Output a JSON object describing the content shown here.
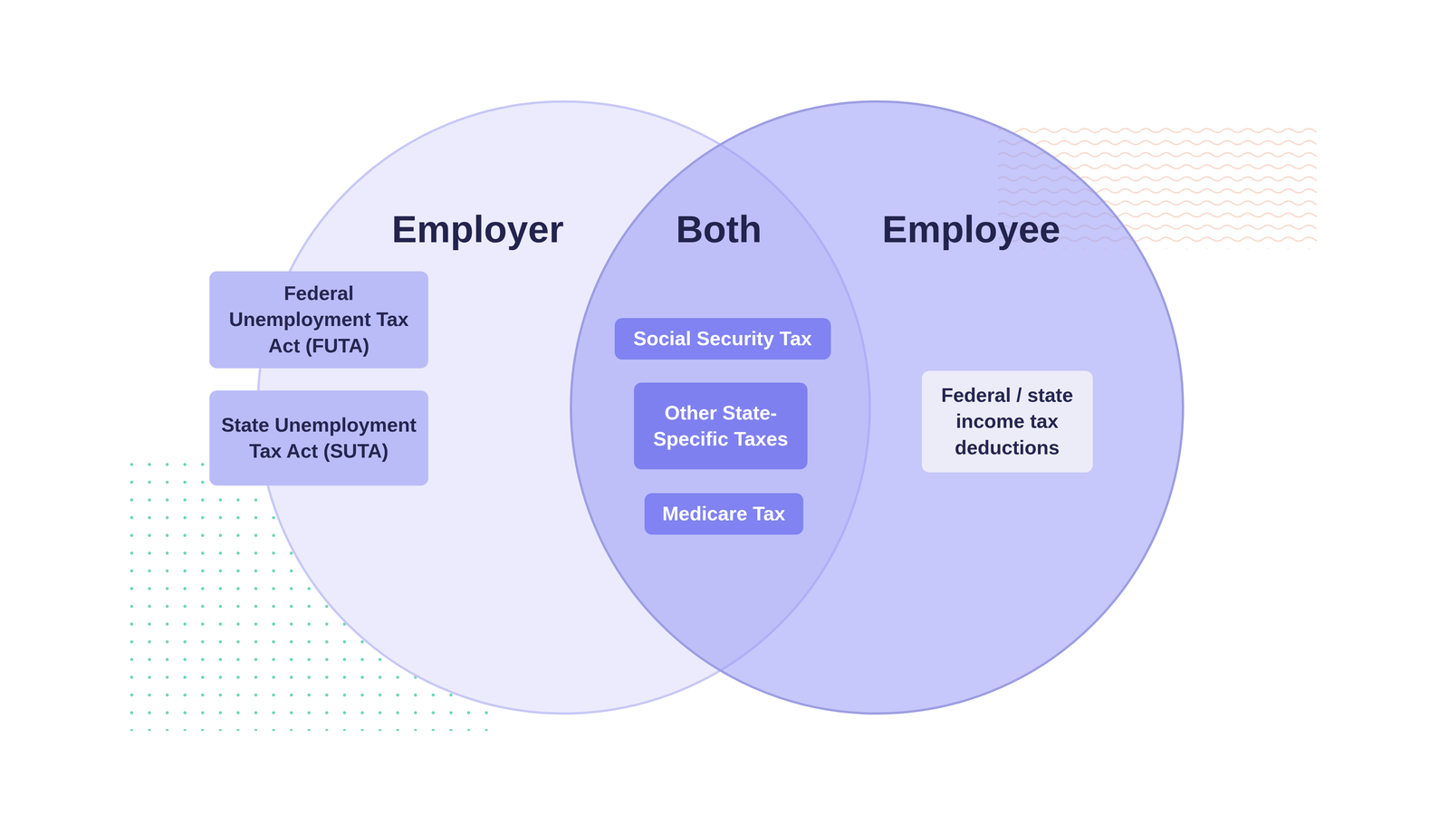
{
  "diagram": {
    "nodes": [
      {
        "text": [
          "Employer"
        ]
      },
      {
        "text": [
          "Federal Unemployment Tax Act (FUTA)"
        ],
        "in": 0
      },
      {
        "text": [
          "State Unemployment Tax Act (SUTA)"
        ],
        "in": 0
      },
      {
        "text": [
          "Employee"
        ]
      },
      {
        "text": [
          "Social Security Tax"
        ],
        "in": 3
      },
      {
        "text": [
          "Other State-Specific Taxes"
        ],
        "in": 3
      },
      {
        "text": [
          "Medicare Tax"
        ],
        "in": 3
      },
      {
        "text": [
          "Federal / state income tax deductions"
        ],
        "in": 3
      }
    ],
    "labels": [
      "Both"
    ]
  }
}
